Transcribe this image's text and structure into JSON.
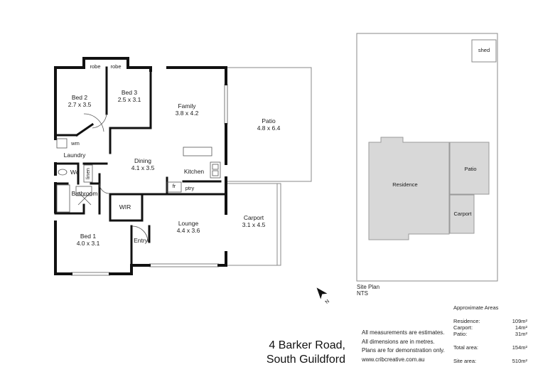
{
  "floorplan": {
    "rooms": {
      "bed2": {
        "name": "Bed 2",
        "size": "2.7 x 3.5"
      },
      "bed3": {
        "name": "Bed 3",
        "size": "2.5 x 3.1"
      },
      "family": {
        "name": "Family",
        "size": "3.8 x 4.2"
      },
      "patio": {
        "name": "Patio",
        "size": "4.8 x 6.4"
      },
      "dining": {
        "name": "Dining",
        "size": "4.1 x 3.5"
      },
      "lounge": {
        "name": "Lounge",
        "size": "4.4 x 3.6"
      },
      "bed1": {
        "name": "Bed 1",
        "size": "4.0 x 3.1"
      },
      "carport": {
        "name": "Carport",
        "size": "3.1 x 4.5"
      }
    },
    "labels": {
      "robe_left": "robe",
      "robe_right": "robe",
      "wm": "wm",
      "laundry": "Laundry",
      "wc": "Wc",
      "linen": "linen",
      "bathroom": "Bathroom",
      "kitchen": "Kitchen",
      "fr": "fr",
      "ptry": "ptry",
      "wir": "WIR",
      "entry": "Entry"
    }
  },
  "siteplan": {
    "shed": "shed",
    "residence": "Residence",
    "patio": "Patio",
    "carport": "Carport",
    "title": "Site Plan",
    "scale": "NTS"
  },
  "compass": {
    "letter": "N"
  },
  "address": {
    "line1": "4 Barker Road,",
    "line2": "South Guildford"
  },
  "notes": [
    "All measurements are estimates.",
    "All dimensions are in metres.",
    "Plans are for demonstration only.",
    "www.cribcreative.com.au"
  ],
  "areas": {
    "heading": "Approximate Areas",
    "residence": {
      "label": "Residence:",
      "value": "109m²"
    },
    "carport": {
      "label": "Carport:",
      "value": "14m²"
    },
    "patio": {
      "label": "Patio:",
      "value": "31m²"
    },
    "total": {
      "label": "Total area:",
      "value": "154m²"
    },
    "site": {
      "label": "Site area:",
      "value": "510m²"
    }
  },
  "colors": {
    "wall": "#111111",
    "block_fill": "#d8d8d8",
    "block_stroke": "#9a9a9a",
    "thin_line": "#888888"
  }
}
